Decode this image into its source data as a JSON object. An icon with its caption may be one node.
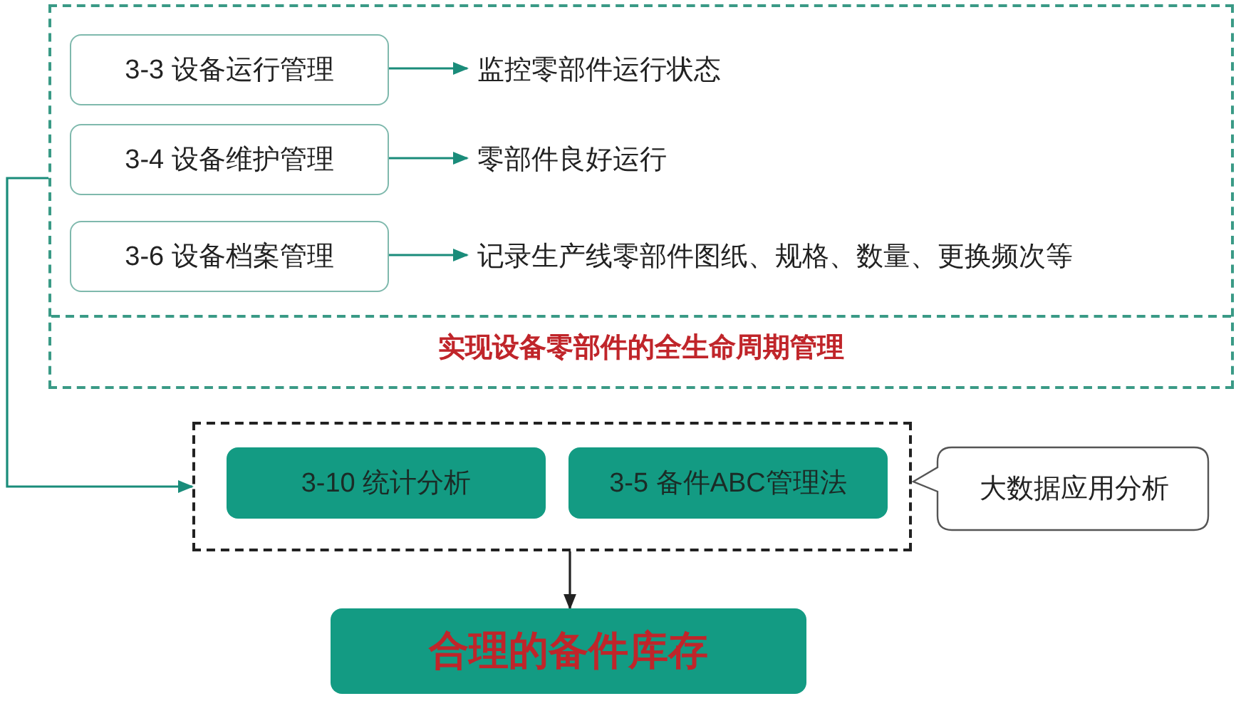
{
  "diagram": {
    "nodes": [
      {
        "text": [
          "实现设备零部件的全生命周期管理"
        ]
      },
      {
        "text": [
          "3-3 设备运行管理"
        ],
        "in": 0
      },
      {
        "text": [
          "监控零部件运行状态"
        ],
        "in": 0
      },
      {
        "text": [
          "3-4 设备维护管理"
        ],
        "in": 0
      },
      {
        "text": [
          "零部件良好运行"
        ],
        "in": 0
      },
      {
        "text": [
          "3-6 设备档案管理"
        ],
        "in": 0
      },
      {
        "text": [
          "记录生产线零部件图纸、规格、数量、更换频次等"
        ],
        "in": 0
      },
      {
        "text": [],
        "shape": "box"
      },
      {
        "text": [
          "3-10 统计分析"
        ],
        "in": 7
      },
      {
        "text": [
          "3-5 备件ABC管理法"
        ],
        "in": 7
      },
      {
        "text": [
          "大数据应用分析"
        ]
      },
      {
        "text": [
          "合理的备件库存"
        ]
      }
    ],
    "edges": [
      {
        "from": 1,
        "to": 2,
        "arrow": "to"
      },
      {
        "from": 3,
        "to": 4,
        "arrow": "to"
      },
      {
        "from": 5,
        "to": 6,
        "arrow": "to"
      },
      {
        "from": 0,
        "to": 7,
        "arrow": "to"
      },
      {
        "from": 7,
        "to": 11,
        "arrow": "to",
        "color": "#222222"
      }
    ]
  }
}
